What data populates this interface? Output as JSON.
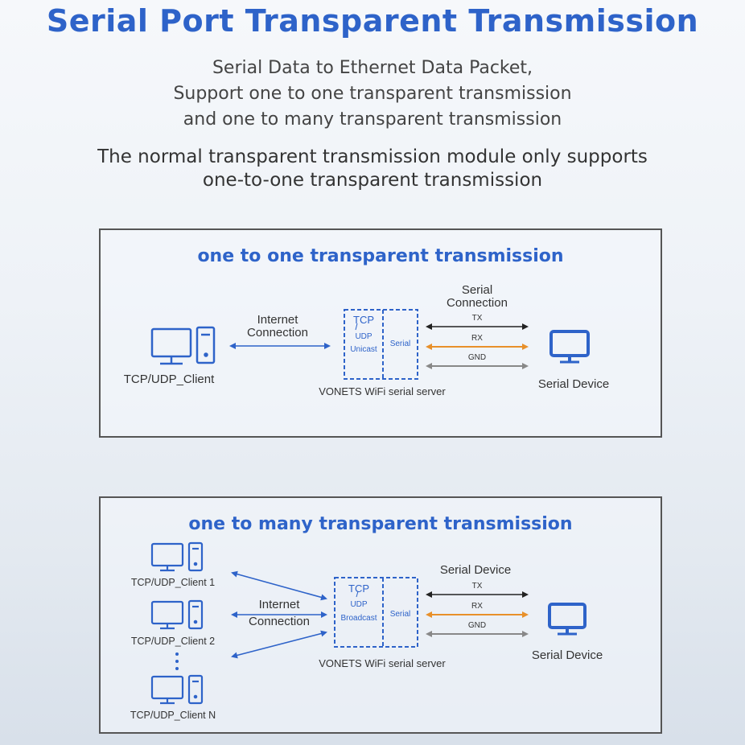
{
  "header": {
    "title": "Serial Port Transparent Transmission",
    "subtitle_lines": [
      "Serial Data to Ethernet Data Packet,",
      "Support one to one transparent transmission",
      "and one to many transparent transmission"
    ],
    "note_lines": [
      "The normal transparent transmission module only supports",
      "one-to-one transparent transmission"
    ]
  },
  "panel_one": {
    "title": "one to one transparent transmission",
    "client_label": "TCP/UDP_Client",
    "internet_line1": "Internet",
    "internet_line2": "Connection",
    "serial_conn_line1": "Serial",
    "serial_conn_line2": "Connection",
    "box_tcp": "TCP",
    "box_udp": "UDP",
    "box_mode": "Unicast",
    "box_serial": "Serial",
    "server_label": "VONETS WiFi serial server",
    "tx": "TX",
    "rx": "RX",
    "gnd": "GND",
    "device_label": "Serial Device"
  },
  "panel_many": {
    "title": "one to many transparent transmission",
    "client1": "TCP/UDP_Client 1",
    "client2": "TCP/UDP_Client 2",
    "clientN": "TCP/UDP_Client N",
    "internet_line1": "Internet",
    "internet_line2": "Connection",
    "serial_header": "Serial Device",
    "box_tcp": "TCP",
    "box_udp": "UDP",
    "box_mode": "Broadcast",
    "box_serial": "Serial",
    "server_label": "VONETS WiFi serial server",
    "tx": "TX",
    "rx": "RX",
    "gnd": "GND",
    "device_label": "Serial Device"
  },
  "colors": {
    "accent_blue": "#2e63c9",
    "tx_line": "#222222",
    "rx_line": "#e8902a",
    "gnd_line": "#888888",
    "dashed_box": "#2e63c9",
    "icon_blue": "#2e63c9"
  }
}
